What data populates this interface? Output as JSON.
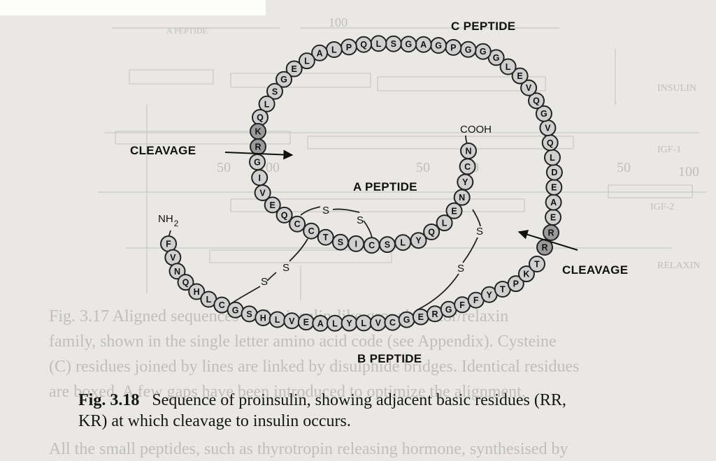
{
  "labels": {
    "c_peptide": "C PEPTIDE",
    "a_peptide": "A PEPTIDE",
    "b_peptide": "B PEPTIDE",
    "cleavage_left": "CLEAVAGE",
    "cleavage_right": "CLEAVAGE",
    "cooh": "COOH",
    "nh2": "NH",
    "nh2_sub": "2",
    "s": "S"
  },
  "caption": {
    "fig": "Fig. 3.18",
    "line1": "Sequence of proinsulin, showing adjacent basic residues (RR,",
    "line2": "KR) at which cleavage to insulin occurs."
  },
  "sequence": {
    "b_chain": [
      "F",
      "V",
      "N",
      "Q",
      "H",
      "L",
      "C",
      "G",
      "S",
      "H",
      "L",
      "V",
      "E",
      "A",
      "L",
      "Y",
      "L",
      "V",
      "C",
      "G",
      "E",
      "R",
      "G",
      "F",
      "F",
      "Y",
      "T",
      "P",
      "K",
      "T"
    ],
    "basic_pair_1": [
      "R",
      "R"
    ],
    "c_peptide": [
      "E",
      "A",
      "E",
      "D",
      "L",
      "Q",
      "V",
      "G",
      "Q",
      "V",
      "E",
      "L",
      "G",
      "G",
      "G",
      "P",
      "G",
      "A",
      "G",
      "S",
      "L",
      "Q",
      "P",
      "L",
      "A",
      "L",
      "E",
      "G",
      "S",
      "L",
      "Q"
    ],
    "basic_pair_2": [
      "K",
      "R"
    ],
    "a_chain": [
      "G",
      "I",
      "V",
      "E",
      "Q",
      "C",
      "C",
      "T",
      "S",
      "I",
      "C",
      "S",
      "L",
      "Y",
      "Q",
      "L",
      "E",
      "N",
      "Y",
      "C",
      "N"
    ]
  },
  "background_text": {
    "line1": "Fig. 3.17   Aligned sequences of the insulin-like growth factor/relaxin",
    "line2": "family, shown in the single letter amino acid code (see Appendix). Cysteine",
    "line3": "(C) residues joined by lines are linked by disulphide bridges. Identical residues",
    "line4": "are boxed. A few gaps have been introduced to optimize the alignment.",
    "line5": "All the small peptides, such as thyrotropin releasing hormone, synthesised by"
  },
  "colors": {
    "page": "#e9e8e4",
    "residue_fill": "#d0d0d0",
    "basic_residue_fill": "#9a9a9a",
    "ink": "#111111"
  }
}
